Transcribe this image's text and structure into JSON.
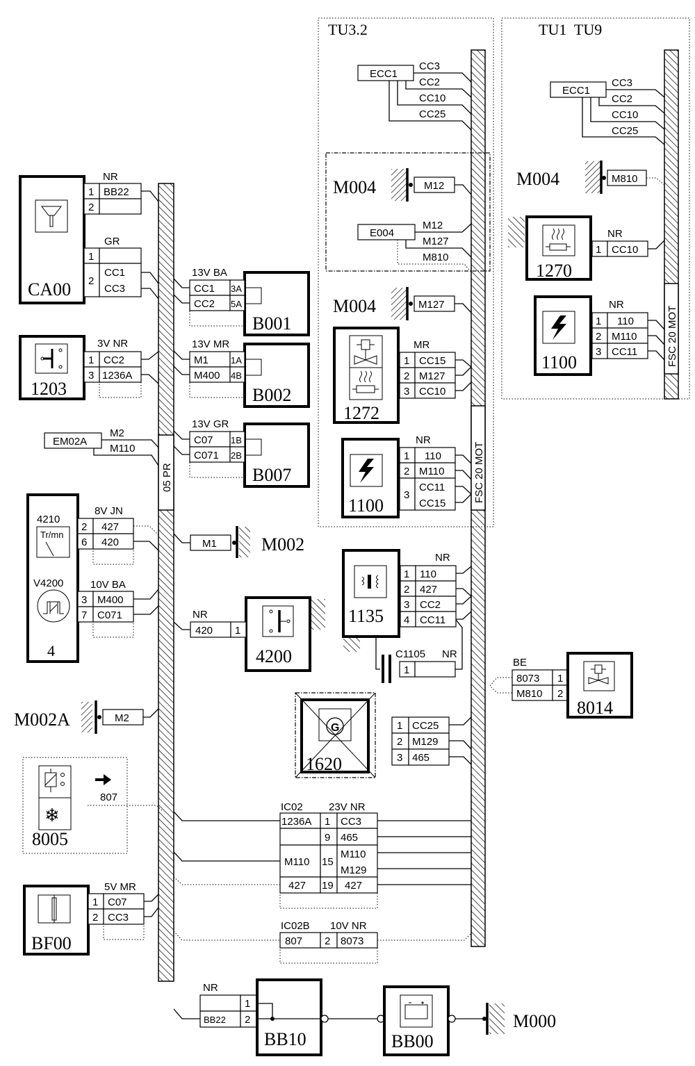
{
  "diagram": {
    "harness_main": "05 PR",
    "harness_engine": "FSC 20 MOT",
    "variants": {
      "left": "TU3.2",
      "right": "TU1  TU9"
    },
    "components": {
      "ca00": {
        "ref": "CA00",
        "icon": "ignition-key-icon",
        "conn_a": {
          "label": "NR",
          "pins": [
            {
              "pin": "1",
              "wire": "BB22"
            },
            {
              "pin": "2",
              "wire": ""
            }
          ]
        },
        "conn_b": {
          "label": "GR",
          "pins": [
            {
              "pin": "1",
              "wire": ""
            },
            {
              "pin": "2",
              "wire": "CC1"
            },
            {
              "pin": "",
              "wire": "CC3"
            }
          ]
        }
      },
      "c1203": {
        "ref": "1203",
        "icon": "switch-icon",
        "conn": {
          "label": "3V NR",
          "pins": [
            {
              "pin": "1",
              "wire": "CC2"
            },
            {
              "pin": "3",
              "wire": "1236A"
            }
          ]
        }
      },
      "em02a": {
        "ref": "EM02A",
        "wires": [
          "M2",
          "M110"
        ]
      },
      "c4": {
        "ref": "4",
        "sub1": "4210",
        "sub1_icon_text": "Tr/mn",
        "sub2": "V4200",
        "conn_a": {
          "label": "8V JN",
          "pins": [
            {
              "pin": "2",
              "wire": "427"
            },
            {
              "pin": "6",
              "wire": "420"
            }
          ]
        },
        "conn_b": {
          "label": "10V BA",
          "pins": [
            {
              "pin": "3",
              "wire": "M400"
            },
            {
              "pin": "7",
              "wire": "C071"
            }
          ]
        }
      },
      "b001": {
        "ref": "B001",
        "conn": {
          "label": "13V BA",
          "pins": [
            {
              "wire": "CC1",
              "pin": "3A"
            },
            {
              "wire": "CC2",
              "pin": "5A"
            }
          ]
        }
      },
      "b002": {
        "ref": "B002",
        "conn": {
          "label": "13V MR",
          "pins": [
            {
              "wire": "M1",
              "pin": "1A"
            },
            {
              "wire": "M400",
              "pin": "4B"
            }
          ]
        }
      },
      "b007": {
        "ref": "B007",
        "conn": {
          "label": "13V GR",
          "pins": [
            {
              "wire": "C07",
              "pin": "1B"
            },
            {
              "wire": "C071",
              "pin": "2B"
            }
          ]
        }
      },
      "m002": {
        "ref": "M002",
        "wire": "M1"
      },
      "c4200": {
        "ref": "4200",
        "conn": {
          "label": "NR",
          "wire": "420",
          "pin": "1"
        }
      },
      "m002a": {
        "ref": "M002A",
        "wire": "M2"
      },
      "c8005": {
        "ref": "8005",
        "arrow_label": "807"
      },
      "bf00": {
        "ref": "BF00",
        "conn": {
          "label": "5V MR",
          "pins": [
            {
              "pin": "1",
              "wire": "C07"
            },
            {
              "pin": "2",
              "wire": "CC3"
            }
          ]
        }
      },
      "bb10": {
        "ref": "BB10",
        "conn": {
          "label": "NR",
          "pins": [
            {
              "wire": "",
              "pin": "1"
            },
            {
              "wire": "BB22",
              "pin": "2"
            }
          ]
        }
      },
      "bb00": {
        "ref": "BB00"
      },
      "m000": {
        "ref": "M000"
      },
      "ecc1_a": {
        "ref": "ECC1",
        "wires": [
          "CC3",
          "CC2",
          "CC10",
          "CC25"
        ]
      },
      "m004_a": {
        "ref": "M004",
        "wire": "M12"
      },
      "e004": {
        "ref": "E004",
        "wires": [
          "M12",
          "M127",
          "M810"
        ]
      },
      "m004_b": {
        "ref": "M004",
        "wire": "M127"
      },
      "c1272": {
        "ref": "1272",
        "conn": {
          "label": "MR",
          "pins": [
            {
              "pin": "1",
              "wire": "CC15"
            },
            {
              "pin": "2",
              "wire": "M127"
            },
            {
              "pin": "3",
              "wire": "CC10"
            }
          ]
        }
      },
      "c1100_a": {
        "ref": "1100",
        "conn": {
          "label": "NR",
          "pins": [
            {
              "pin": "1",
              "wire": "110"
            },
            {
              "pin": "2",
              "wire": "M110"
            },
            {
              "pin": "3",
              "wire": "CC11"
            },
            {
              "pin": "",
              "wire": "CC15"
            }
          ]
        }
      },
      "c1135": {
        "ref": "1135",
        "conn": {
          "label": "NR",
          "pins": [
            {
              "pin": "1",
              "wire": "110"
            },
            {
              "pin": "2",
              "wire": "427"
            },
            {
              "pin": "3",
              "wire": "CC2"
            },
            {
              "pin": "4",
              "wire": "CC11"
            }
          ]
        }
      },
      "c1105": {
        "ref": "C1105",
        "label": "NR",
        "pin": "1"
      },
      "c1620": {
        "ref": "1620",
        "icon_letter": "G"
      },
      "c1620_conn": {
        "pins": [
          {
            "pin": "1",
            "wire": "CC25"
          },
          {
            "pin": "2",
            "wire": "M129"
          },
          {
            "pin": "3",
            "wire": "465"
          }
        ]
      },
      "ic02": {
        "ref": "IC02",
        "label": "23V NR",
        "rows": [
          {
            "left": "1236A",
            "pin": "1",
            "right": "CC3"
          },
          {
            "left": "",
            "pin": "9",
            "right": "465"
          },
          {
            "left": "M110",
            "pin": "15",
            "right": "M110"
          },
          {
            "left": "",
            "pin": "",
            "right": "M129"
          },
          {
            "left": "427",
            "pin": "19",
            "right": "427"
          }
        ]
      },
      "ic02b": {
        "ref": "IC02B",
        "label": "10V NR",
        "rows": [
          {
            "left": "807",
            "pin": "2",
            "right": "8073"
          }
        ]
      },
      "c8014": {
        "ref": "8014",
        "conn": {
          "label": "BE",
          "pins": [
            {
              "wire": "8073",
              "pin": "1"
            },
            {
              "wire": "M810",
              "pin": "2"
            }
          ]
        }
      },
      "ecc1_b": {
        "ref": "ECC1",
        "wires": [
          "CC3",
          "CC2",
          "CC10",
          "CC25"
        ]
      },
      "m004_c": {
        "ref": "M004",
        "wire": "M810"
      },
      "c1270": {
        "ref": "1270",
        "conn": {
          "label": "NR",
          "pins": [
            {
              "pin": "1",
              "wire": "CC10"
            }
          ]
        }
      },
      "c1100_b": {
        "ref": "1100",
        "conn": {
          "label": "NR",
          "pins": [
            {
              "pin": "1",
              "wire": "110"
            },
            {
              "pin": "2",
              "wire": "M110"
            },
            {
              "pin": "3",
              "wire": "CC11"
            }
          ]
        }
      }
    }
  }
}
